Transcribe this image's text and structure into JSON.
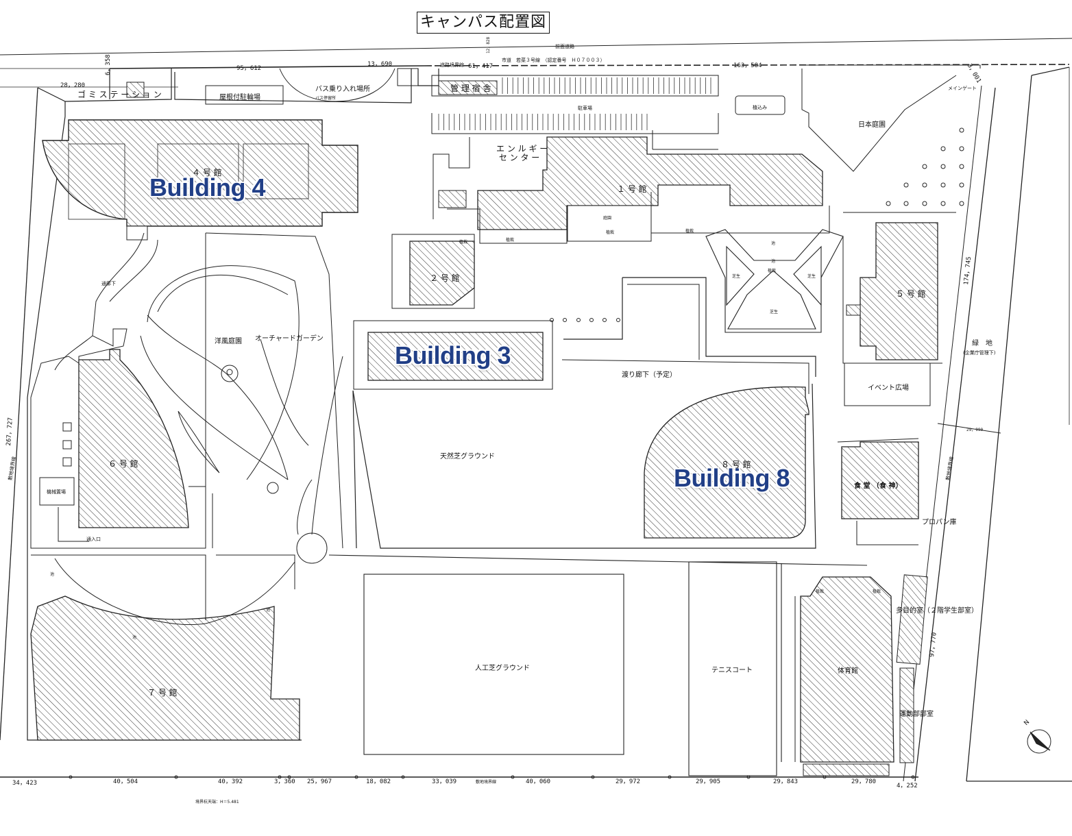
{
  "title": "キャンパス配置図",
  "overlay_labels": {
    "building4": "Building 4",
    "building3": "Building 3",
    "building8": "Building 8"
  },
  "buildings": {
    "b1": "１ 号 館",
    "b2": "２ 号 館",
    "b4": "４ 号 館",
    "b5": "５ 号 館",
    "b6": "６ 号 館",
    "b7": "７ 号 館",
    "b8": "８ 号 館",
    "gym": "体育館",
    "cafeteria": "食 堂 （食 神）",
    "admin_dorm": "管 理 宿 舎",
    "energy_center": "エ ン ル ギ ー\n セ ン タ ー",
    "garbage": "ゴ ミ ス テ ー シ ョ ン"
  },
  "areas": {
    "front_road": "前面道路",
    "city_road": "市道　若菜３号線　（認定番号　Ｈ０７００３）",
    "road_boundary": "道路境界線",
    "bus_stop": "バス乗り入れ場所",
    "bus_wait": "バス停留所",
    "covered_bike": "屋根付駐輪場",
    "parking": "駐車場",
    "planting": "植込み",
    "japanese_garden": "日本庭園",
    "main_gate": "メインゲート",
    "western_garden": "洋風庭園",
    "orchard_garden": "オーチャードガーデン",
    "corridor": "通廊下",
    "crossing_corridor": "渡り廊下（予定）",
    "natural_turf": "天然芝グラウンド",
    "artificial_turf": "人工芝グラウンド",
    "tennis": "テニスコート",
    "event_plaza": "イベント広場",
    "propane": "プロパン庫",
    "multipurpose": "多目的室（２階学生部室）",
    "club_room": "運動部部室",
    "green_zone": "緑　地",
    "green_zone_note": "(企業庁管理下)",
    "machine_yard": "機械置場",
    "entrance": "通入口",
    "site_boundary": "敷地境界線",
    "courtyard": "庭園",
    "plant1": "植栽",
    "plant2": "植栽",
    "plant3": "植栽",
    "plant4": "植栽",
    "plant5": "植栽",
    "plant6": "植栽",
    "plant7": "植栽",
    "pond1": "池",
    "pond2": "池",
    "pond3": "池",
    "pond4": "池",
    "pond5": "池",
    "turf1": "芝生",
    "turf2": "芝生",
    "turf3": "芝生",
    "benchmark": "境界杭天端：H＝5.481"
  },
  "dimensions": {
    "d_28280": "28，280",
    "d_6358": "6，358",
    "d_95612": "95，612",
    "d_13690": "13，690",
    "d_61417": "61，417",
    "d_163584": "163，584",
    "d_3001": "3，001",
    "d_174745": "174，745",
    "d_29990": "29，990",
    "d_97770": "97，770",
    "d_267727": "267，727",
    "d_12828": "12，828",
    "bottom": [
      "34，423",
      "40，504",
      "40，392",
      "3，360",
      "25，967",
      "18，082",
      "33，039",
      "40，060",
      "29，972",
      "29，905",
      "29，843",
      "29，780",
      "4，252"
    ],
    "bottom_boundary": "敷地境界線"
  },
  "compass": {
    "north_label": "N"
  },
  "colors": {
    "ink": "#111111",
    "overlay_blue": "#213f87",
    "hatch": "#333333"
  }
}
